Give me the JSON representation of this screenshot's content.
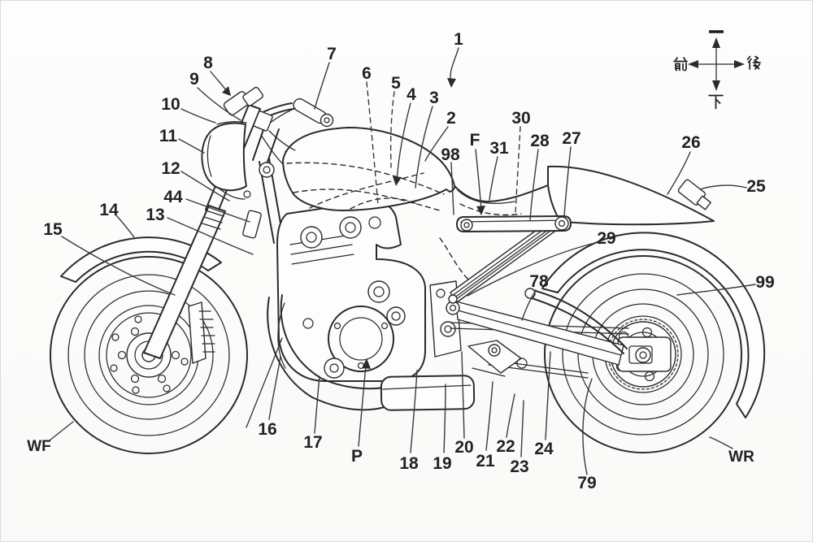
{
  "figure": {
    "kind": "patent line drawing",
    "subject": "motorcycle side elevation with numbered parts",
    "background_color": "#fcfcfc",
    "line_color": "#2b2b2b"
  },
  "compass": {
    "up_mark": "一",
    "front": "前",
    "rear": "後",
    "down": "下"
  },
  "callouts": {
    "c1": "1",
    "c2": "2",
    "c3": "3",
    "c4": "4",
    "c5": "5",
    "c6": "6",
    "c7": "7",
    "c8": "8",
    "c9": "9",
    "c10": "10",
    "c11": "11",
    "c12": "12",
    "c13": "13",
    "c14": "14",
    "c15": "15",
    "c16": "16",
    "c17": "17",
    "c18": "18",
    "c19": "19",
    "c20": "20",
    "c21": "21",
    "c22": "22",
    "c23": "23",
    "c24": "24",
    "c25": "25",
    "c26": "26",
    "c27": "27",
    "c28": "28",
    "c29": "29",
    "c30": "30",
    "c31": "31",
    "c44": "44",
    "c78": "78",
    "c79": "79",
    "c98": "98",
    "c99": "99",
    "cF": "F",
    "cP": "P",
    "cWF": "WF",
    "cWR": "WR"
  }
}
